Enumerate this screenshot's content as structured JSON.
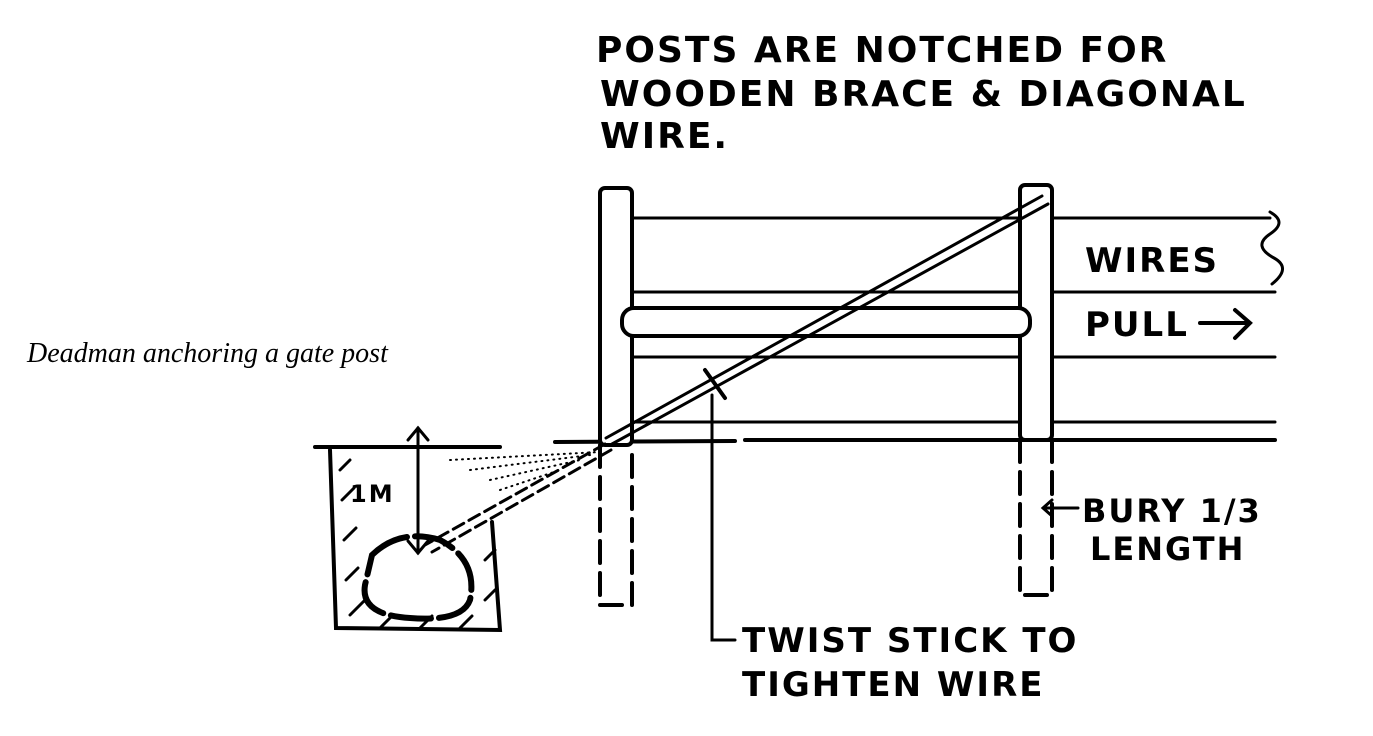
{
  "caption": "Deadman anchoring a gate post",
  "labels": {
    "note_line1": "POSTS ARE NOTCHED FOR",
    "note_line2": "WOODEN BRACE & DIAGONAL",
    "note_line3": "WIRE.",
    "wires": "WIRES",
    "pull": "PULL",
    "bury_line1": "BURY 1/3",
    "bury_line2": "LENGTH",
    "twist_line1": "TWIST STICK TO",
    "twist_line2": "TIGHTEN WIRE",
    "depth": "1M"
  },
  "colors": {
    "ink": "#000000",
    "paper": "#ffffff"
  }
}
